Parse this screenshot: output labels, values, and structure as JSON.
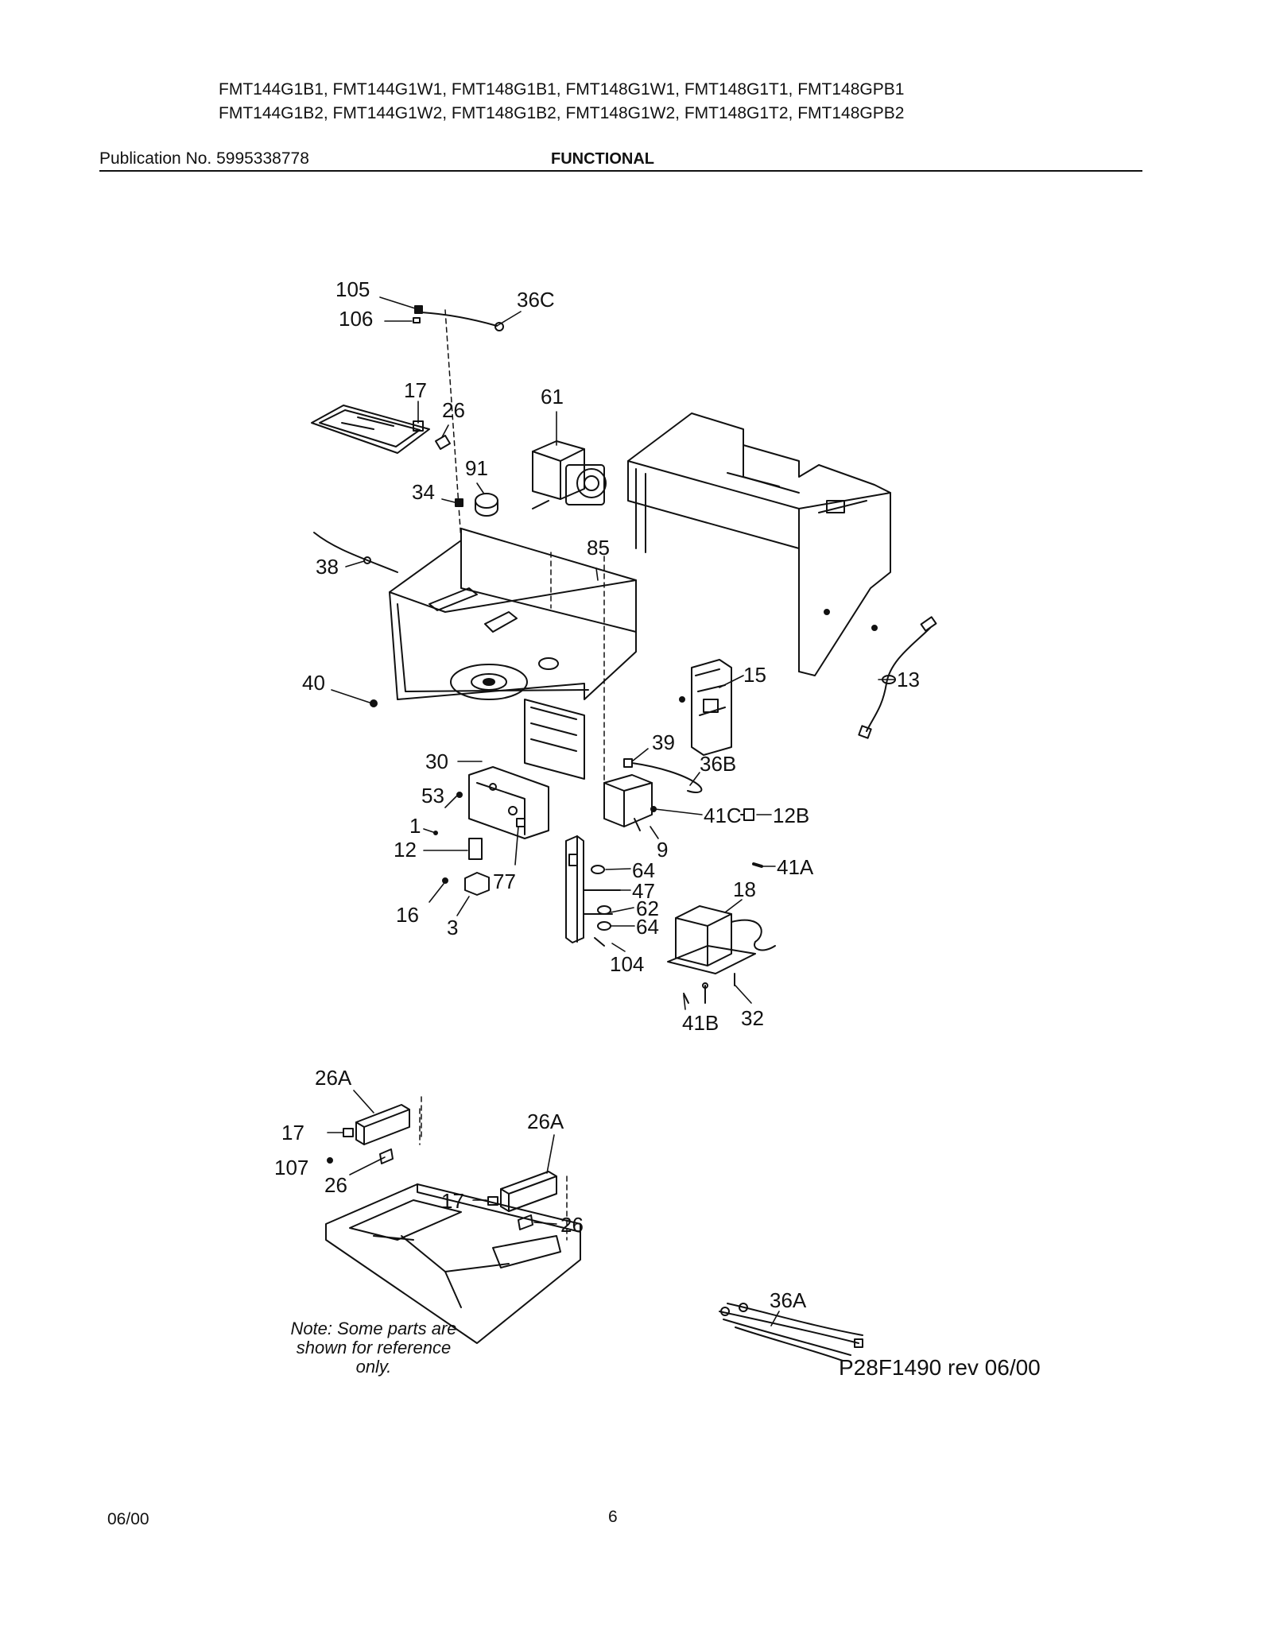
{
  "header": {
    "models_line1": "FMT144G1B1, FMT144G1W1, FMT148G1B1, FMT148G1W1, FMT148G1T1, FMT148GPB1",
    "models_line2": "FMT144G1B2, FMT144G1W2, FMT148G1B2, FMT148G1W2, FMT148G1T2, FMT148GPB2",
    "publication": "Publication No. 5995338778",
    "section": "FUNCTIONAL"
  },
  "callouts": {
    "c105": "105",
    "c106": "106",
    "c36C": "36C",
    "c17": "17",
    "c26": "26",
    "c61": "61",
    "c91": "91",
    "c34": "34",
    "c85": "85",
    "c38": "38",
    "c40": "40",
    "c15": "15",
    "c13": "13",
    "c39": "39",
    "c36B": "36B",
    "c30": "30",
    "c53": "53",
    "c1": "1",
    "c12": "12",
    "c41C": "41C",
    "c12B": "12B",
    "c9": "9",
    "c41A": "41A",
    "c64": "64",
    "c47": "47",
    "c62": "62",
    "c18": "18",
    "c104": "104",
    "c16": "16",
    "c3": "3",
    "c77": "77",
    "c41B": "41B",
    "c32": "32",
    "c26A": "26A",
    "c107": "107",
    "c36A": "36A"
  },
  "note": {
    "line1": "Note: Some parts are",
    "line2": "shown for reference",
    "line3": "only."
  },
  "drawing_number": "P28F1490 rev 06/00",
  "footer": {
    "date": "06/00",
    "page": "6"
  }
}
